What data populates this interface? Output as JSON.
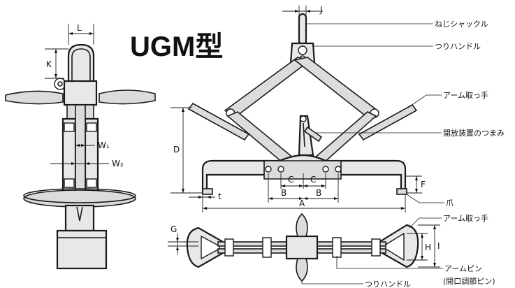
{
  "title": "UGM型",
  "dimensions": {
    "L": "L",
    "K": "K",
    "W1": "W₁",
    "W2": "W₂",
    "J": "J",
    "D": "D",
    "t": "t",
    "C": "C",
    "B": "B",
    "A": "A",
    "F": "F",
    "G": "G",
    "H": "H",
    "I": "I"
  },
  "labels": {
    "screw_shackle": "ねじシャックル",
    "lifting_handle": "つりハンドル",
    "arm_handle": "アーム取っ手",
    "opening_knob": "開放装置のつまみ",
    "claw": "爪",
    "arm_handle_2": "アーム取っ手",
    "arm_pin": "アームピン",
    "arm_pin_note": "(開口調節ピン)",
    "lifting_handle_2": "つりハンドル"
  }
}
